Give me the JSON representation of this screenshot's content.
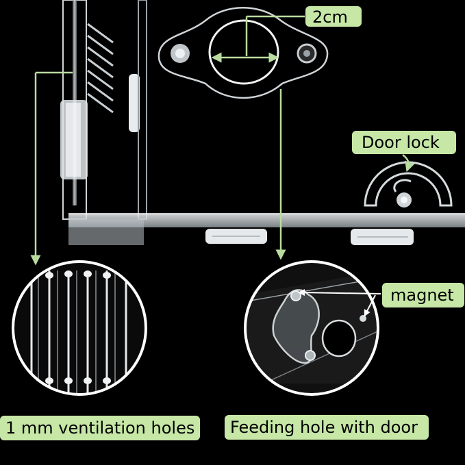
{
  "labels": {
    "hole_size": "2cm",
    "door_lock": "Door lock",
    "magnet": "magnet",
    "ventilation": "1 mm ventilation holes",
    "feeding_hole": "Feeding hole with door"
  },
  "colors": {
    "background": "#000000",
    "label_fill": "#c6e7a6",
    "arrow": "#b9dba0",
    "acrylic_edge": "#d8dde0",
    "circle_border": "#ffffff"
  }
}
